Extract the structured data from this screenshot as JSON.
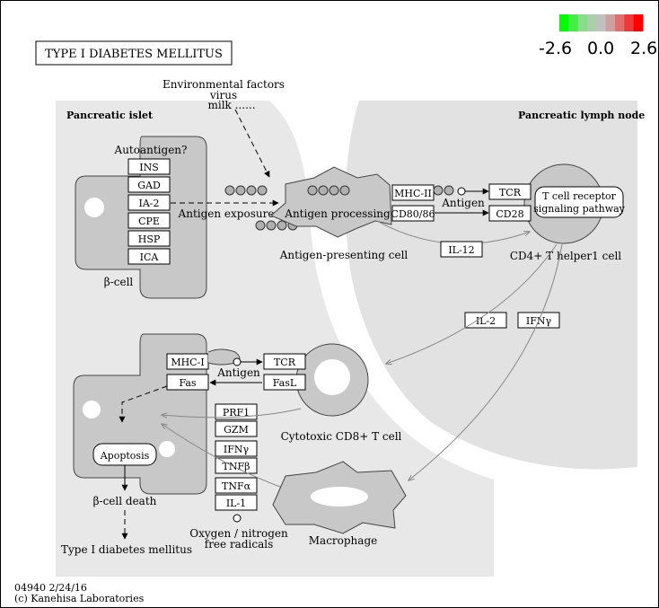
{
  "map": {
    "title": "TYPE I DIABETES MELLITUS",
    "footer_id": "04940 2/24/16",
    "footer_credit": "(c) Kanehisa Laboratories"
  },
  "scale": {
    "min": "-2.6",
    "mid": "0.0",
    "max": "2.6",
    "colors": [
      "#00ff00",
      "#44ee44",
      "#88dd88",
      "#aacfaa",
      "#c0c0c0",
      "#d0a0a0",
      "#e07070",
      "#ef3838",
      "#ff0000"
    ]
  },
  "regions": {
    "islet": "Pancreatic islet",
    "lymph": "Pancreatic lymph node"
  },
  "labels": {
    "env_line1": "Environmental factors",
    "env_line2": "virus",
    "env_line3": "milk ......",
    "autoantigen": "Autoantigen?",
    "antigen_exposure": "Antigen exposure",
    "antigen_processing": "Antigen processing",
    "antigen_top": "Antigen",
    "apc": "Antigen-presenting cell",
    "cd4_cell": "CD4+ T helper1 cell",
    "tcr_pathway_l1": "T cell receptor",
    "tcr_pathway_l2": "signaling pathway",
    "beta_cell": "β-cell",
    "antigen_mid": "Antigen",
    "cd8_cell": "Cytotoxic CD8+ T cell",
    "apoptosis": "Apoptosis",
    "beta_death": "β-cell death",
    "t1dm": "Type I diabetes mellitus",
    "radicals_l1": "Oxygen / nitrogen",
    "radicals_l2": "free radicals",
    "macrophage": "Macrophage"
  },
  "genes": {
    "ins": "INS",
    "gad": "GAD",
    "ia2": "IA-2",
    "cpe": "CPE",
    "hsp": "HSP",
    "ica": "ICA",
    "mhc2": "MHC-II",
    "cd8086": "CD80/86",
    "tcr_top": "TCR",
    "cd28": "CD28",
    "il12": "IL-12",
    "il2": "IL-2",
    "ifng_top": "IFNγ",
    "mhc1": "MHC-I",
    "fas": "Fas",
    "tcr_mid": "TCR",
    "fasl": "FasL",
    "prf1": "PRF1",
    "gzm": "GZM",
    "ifng_low": "IFNγ",
    "tnfb": "TNFβ",
    "tnfa": "TNFα",
    "il1": "IL-1"
  },
  "gene_colors": {
    "mhc2": "#ee0000",
    "mhc1": "#c87070",
    "fasl": "#d85a5a",
    "prf1": "#dd4c4c",
    "gzm": "#d45a5a",
    "default": "#ffffff"
  }
}
